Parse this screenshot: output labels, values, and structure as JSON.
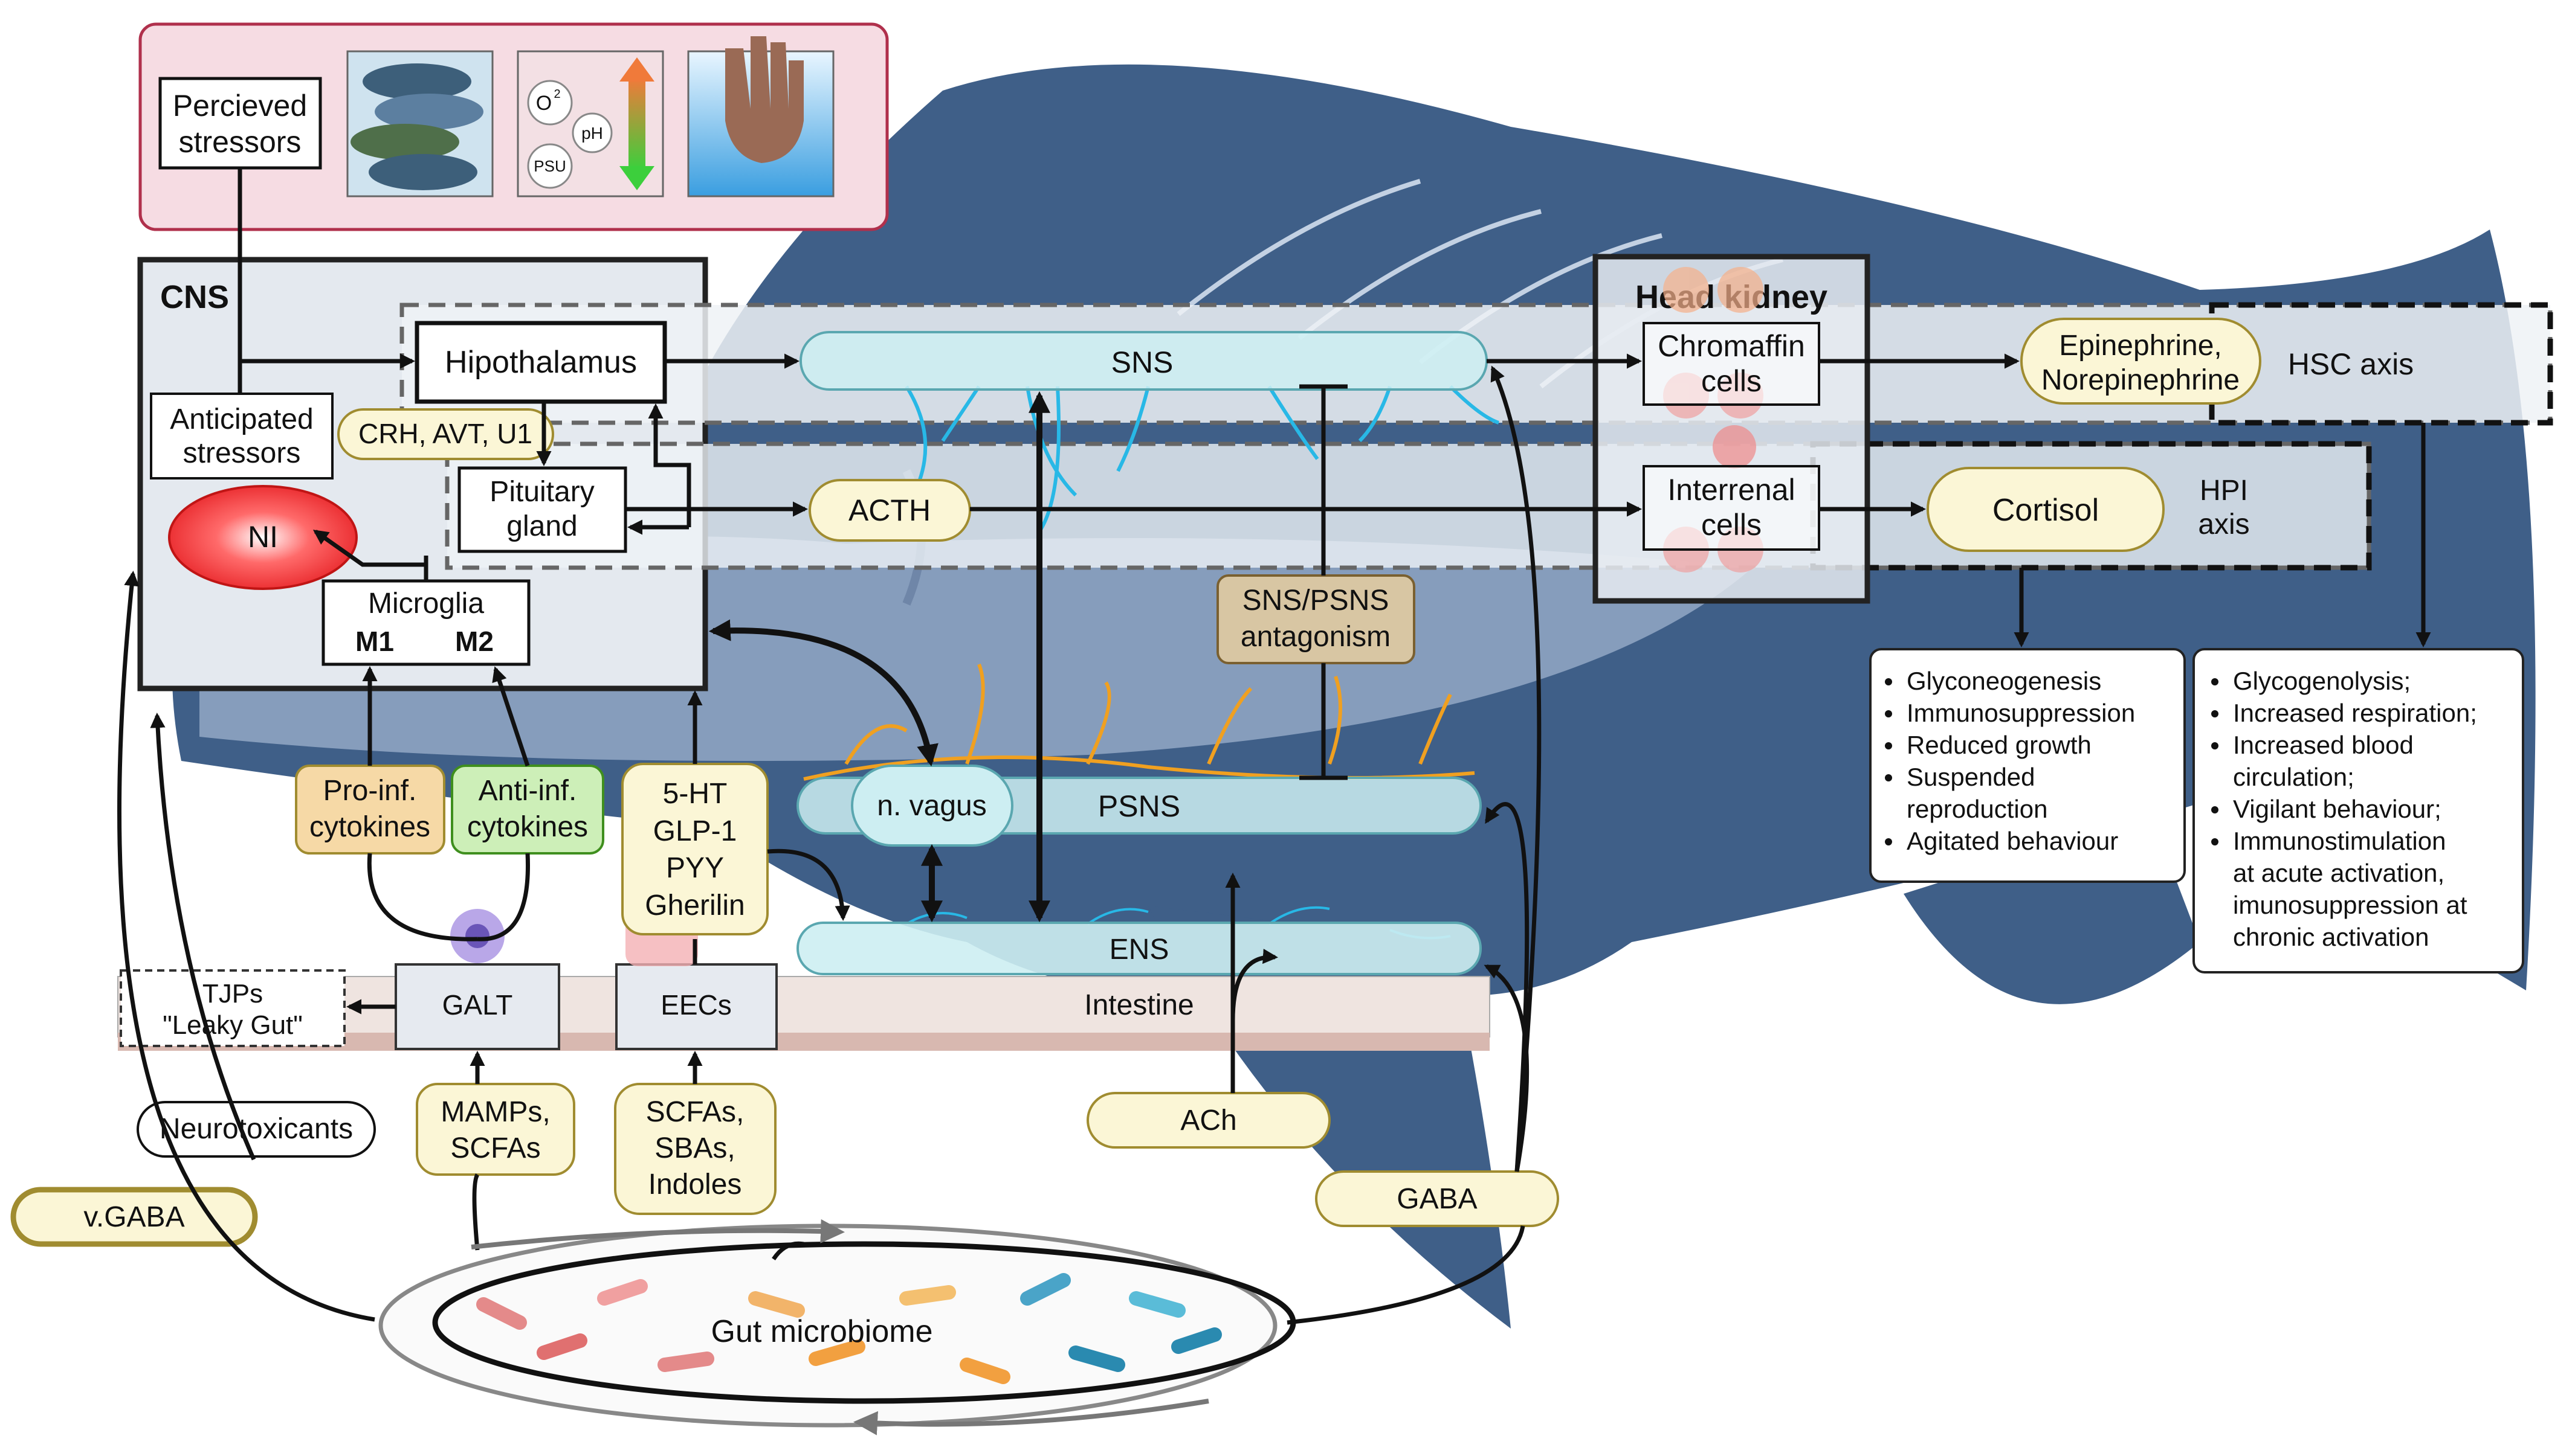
{
  "stressors": {
    "perceived": [
      "Percieved",
      "stressors"
    ],
    "anticipated": [
      "Anticipated",
      "stressors"
    ]
  },
  "env_icon": {
    "o2": "O",
    "o2_sup": "2",
    "ph": "pH",
    "psu": "PSU"
  },
  "cns": {
    "title": "CNS",
    "hypothalamus": "Hipothalamus",
    "crh": "CRH, AVT, U1",
    "pituitary": [
      "Pituitary",
      "gland"
    ],
    "ni": "NI",
    "microglia": "Microglia",
    "m1": "M1",
    "m2": "M2"
  },
  "kidney": {
    "title": "Head kidney",
    "chromaffin": [
      "Chromaffin",
      "cells"
    ],
    "interrenal": [
      "Interrenal",
      "cells"
    ]
  },
  "axes": {
    "sns": "SNS",
    "acth": "ACTH",
    "epinephrine": [
      "Epinephrine,",
      "Norepinephrine"
    ],
    "hsc": "HSC axis",
    "cortisol": "Cortisol",
    "hpi": [
      "HPI",
      "axis"
    ],
    "antagonism": [
      "SNS/PSNS",
      "antagonism"
    ]
  },
  "gut": {
    "pro": [
      "Pro-inf.",
      "cytokines"
    ],
    "anti": [
      "Anti-inf.",
      "cytokines"
    ],
    "hormones": [
      "5-HT",
      "GLP-1",
      "PYY",
      "Gherilin"
    ],
    "vagus": "n. vagus",
    "psns": "PSNS",
    "ens": "ENS",
    "tjps": [
      "TJPs",
      "\"Leaky Gut\""
    ],
    "galt": "GALT",
    "eecs": "EECs",
    "intestine": "Intestine",
    "mamps": [
      "MAMPs,",
      "SCFAs"
    ],
    "scfas": [
      "SCFAs,",
      "SBAs,",
      "Indoles"
    ],
    "neurotoxicants": "Neurotoxicants",
    "vgaba": "v.GABA",
    "ach": "ACh",
    "gaba": "GABA",
    "microbiome": "Gut microbiome"
  },
  "hpi_effects": [
    "Glyconeogenesis",
    "Immunosuppression",
    "Reduced growth",
    "Suspended",
    "reproduction",
    "Agitated behaviour"
  ],
  "hsc_effects": [
    "Glycogenolysis;",
    "Increased respiration;",
    "Increased blood",
    "circulation;",
    "Vigilant behaviour;",
    "Immunostimulation",
    "at acute activation,",
    "imunosuppression at",
    "chronic activation"
  ],
  "hpi_bullets": [
    true,
    true,
    true,
    true,
    false,
    true
  ],
  "hsc_bullets": [
    true,
    true,
    true,
    false,
    true,
    true,
    false,
    false,
    false
  ],
  "colors": {
    "fish": "#3f5f88",
    "fish_light": "#8ea4c2",
    "pink_border": "#b0304c",
    "pink_fill": "#f6dce3",
    "yellow_fill": "#fbf6d6",
    "yellow_border": "#a08c30",
    "orange_fill": "#f6d9a6",
    "green_fill": "#cdefb8",
    "tan_fill": "#d8c6a3",
    "nerve_teal": "#bfe6ea",
    "nerve_blue": "#28b8e6",
    "nerve_orange": "#f0a020",
    "ni_red": "#e8262a",
    "m1": "#9a7a10",
    "m2": "#3f8f1e"
  },
  "icons": [
    "fish-school-icon",
    "water-quality-icon",
    "hand-handling-icon",
    "blood-cell-icon",
    "immune-cell-icon",
    "bacteria-icon"
  ]
}
